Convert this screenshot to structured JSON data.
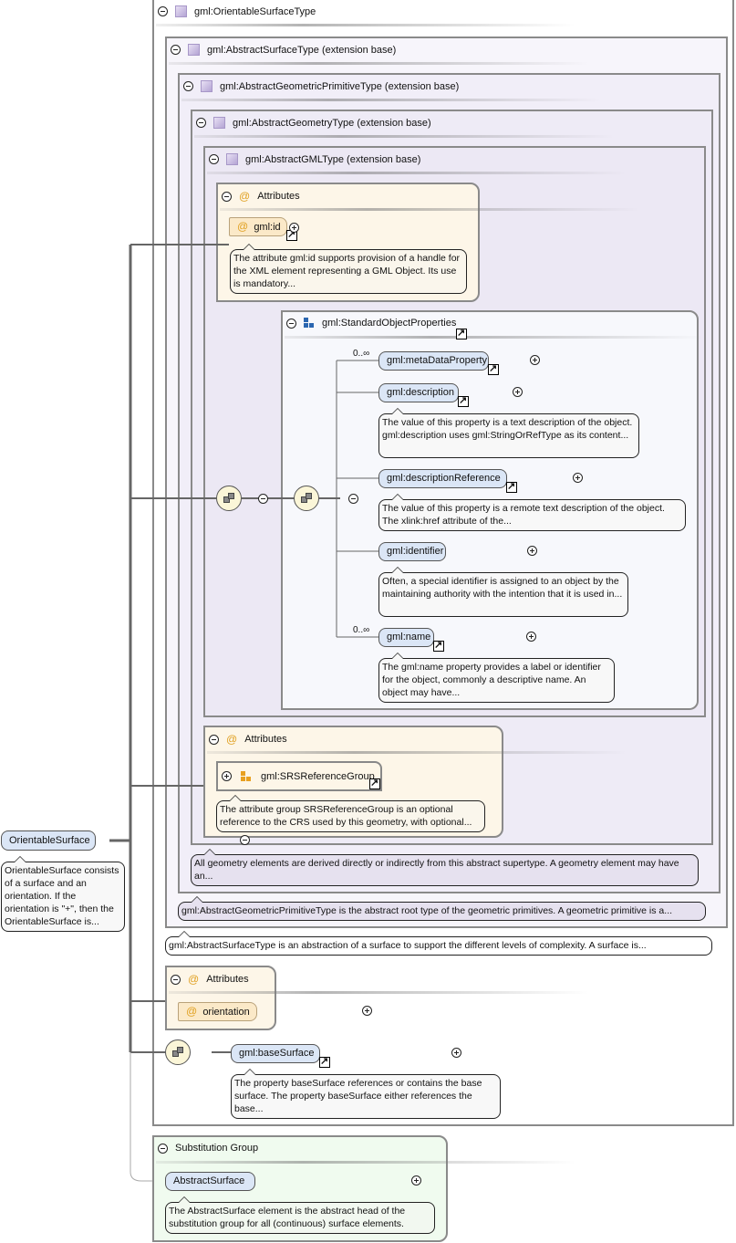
{
  "root_type": {
    "label": "gml:OrientableSurfaceType"
  },
  "types": [
    {
      "label": "gml:AbstractSurfaceType (extension base)",
      "doc": "gml:AbstractSurfaceType is an abstraction of a surface to support the different levels of complexity. A surface is..."
    },
    {
      "label": "gml:AbstractGeometricPrimitiveType (extension base)",
      "doc": "gml:AbstractGeometricPrimitiveType is the abstract root type of the geometric primitives. A geometric primitive is a..."
    },
    {
      "label": "gml:AbstractGeometryType (extension base)",
      "doc": "All geometry elements are derived directly or indirectly from this abstract supertype. A geometry element may have an..."
    },
    {
      "label": "gml:AbstractGMLType (extension base)"
    }
  ],
  "attributes_gml": {
    "label": "Attributes",
    "id": {
      "name": "gml:id",
      "doc": "The attribute gml:id supports provision of a handle for the XML element representing a GML Object. Its use is mandatory..."
    }
  },
  "std_props": {
    "label": "gml:StandardObjectProperties",
    "items": [
      {
        "name": "gml:metaDataProperty",
        "occurs": "0..∞"
      },
      {
        "name": "gml:description",
        "doc": "The value of this property is a text description of the object. gml:description uses gml:StringOrRefType as its content..."
      },
      {
        "name": "gml:descriptionReference",
        "doc": "The value of this property is a remote text description of the object. The xlink:href attribute of the..."
      },
      {
        "name": "gml:identifier",
        "doc": "Often, a special identifier is assigned to an object by the maintaining authority with the intention that it is used in..."
      },
      {
        "name": "gml:name",
        "occurs": "0..∞",
        "doc": "The gml:name property provides a label or identifier for the object, commonly a descriptive name. An object may have..."
      }
    ]
  },
  "attributes_geom": {
    "label": "Attributes",
    "group": {
      "name": "gml:SRSReferenceGroup",
      "doc": "The attribute group SRSReferenceGroup is an optional reference to the CRS used by this geometry, with optional..."
    }
  },
  "attributes_os": {
    "label": "Attributes",
    "orientation": "orientation"
  },
  "base_surface": {
    "name": "gml:baseSurface",
    "doc": "The property baseSurface references or contains the base surface. The property baseSurface either references the base..."
  },
  "element": {
    "name": "OrientableSurface",
    "doc": "OrientableSurface consists of a surface and an orientation. If the orientation is \"+\", then the OrientableSurface is..."
  },
  "substitution": {
    "label": "Substitution Group",
    "name": "AbstractSurface",
    "doc": "The AbstractSurface element is the abstract head of the substitution group for all (continuous) surface elements."
  },
  "colors": {
    "type_bg": "#ece8f4",
    "attr_bg": "#fdf6e8",
    "element_bg": "#dbe6f6",
    "subst_bg": "#f0fbef"
  }
}
